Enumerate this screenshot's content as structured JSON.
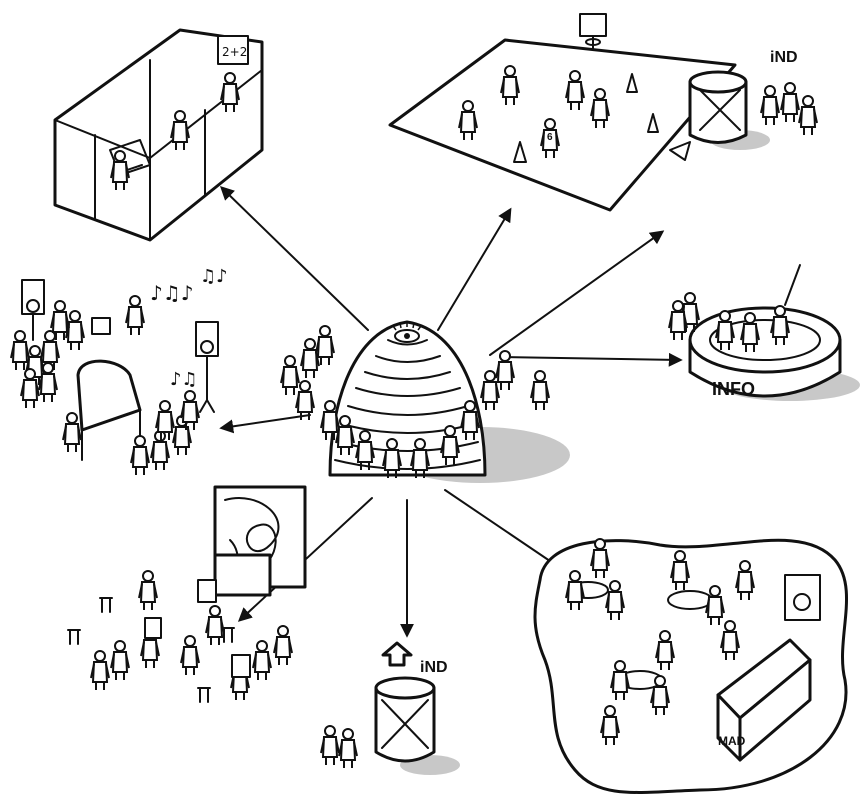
{
  "labels": {
    "classroom_board": "2+2",
    "sports_sign": "iND",
    "bottom_sign": "iND",
    "ring_text": "INFO",
    "cafe_box": "MAD",
    "jersey_number": "6"
  },
  "colors": {
    "ink": "#111111",
    "shadow": "#c8c8c8",
    "paper": "#ffffff"
  },
  "icons": {
    "hub": "beehive-dome-with-eye",
    "music_notes": "music-notes"
  }
}
